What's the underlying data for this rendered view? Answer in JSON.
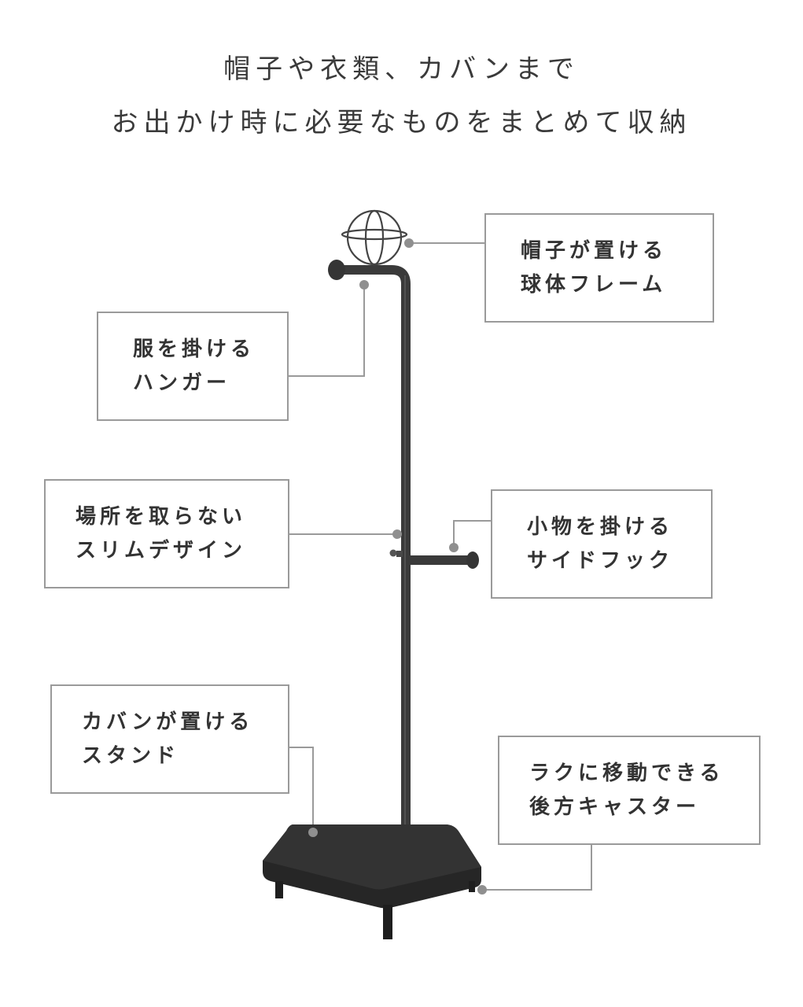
{
  "headline": {
    "line1": "帽子や衣類、カバンまで",
    "line2": "お出かけ時に必要なものをまとめて収納"
  },
  "colors": {
    "product": "#3a3a3a",
    "leader": "#9a9a9a",
    "box_border": "#9a9a9a",
    "text": "#333333"
  },
  "callouts": {
    "hat_frame": {
      "line1": "帽子が置ける",
      "line2": "球体フレーム"
    },
    "hanger": {
      "line1": "服を掛ける",
      "line2": "ハンガー"
    },
    "slim_design": {
      "line1": "場所を取らない",
      "line2": "スリムデザイン"
    },
    "side_hook": {
      "line1": "小物を掛ける",
      "line2": "サイドフック"
    },
    "bag_stand": {
      "line1": "カバンが置ける",
      "line2": "スタンド"
    },
    "casters": {
      "line1": "ラクに移動できる",
      "line2": "後方キャスター"
    }
  }
}
